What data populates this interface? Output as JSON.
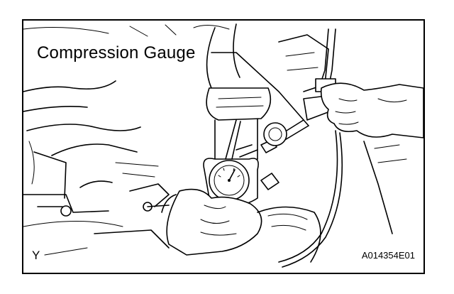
{
  "figure": {
    "callout_label": "Compression Gauge",
    "view_letter": "Y",
    "figure_code": "A014354E01"
  }
}
